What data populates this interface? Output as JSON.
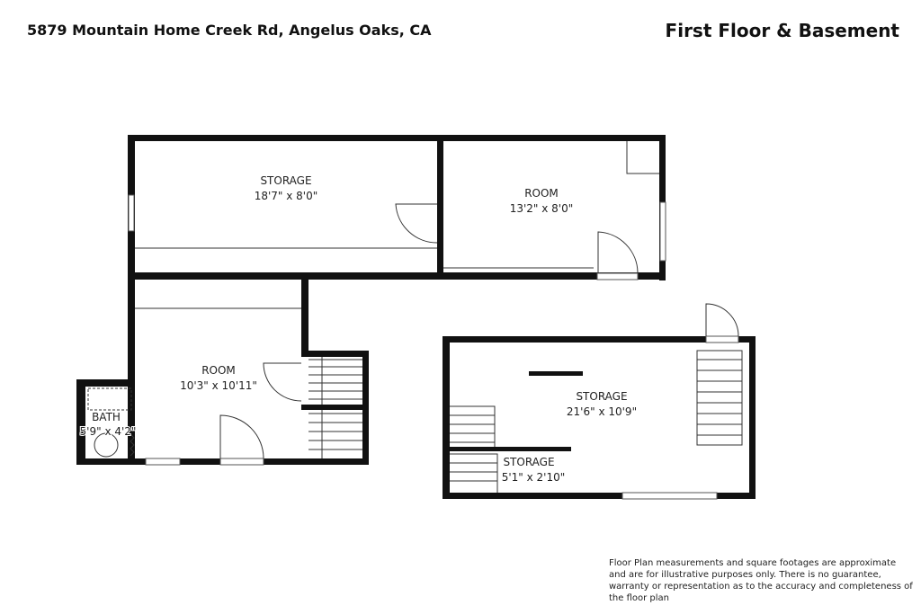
{
  "header": {
    "address": "5879 Mountain Home Creek Rd, Angelus Oaks, CA",
    "floor_title": "First Floor & Basement"
  },
  "rooms": [
    {
      "name": "STORAGE",
      "dims": "18'7\" x 8'0\""
    },
    {
      "name": "ROOM",
      "dims": "13'2\" x 8'0\""
    },
    {
      "name": "ROOM",
      "dims": "10'3\" x 10'11\""
    },
    {
      "name": "BATH",
      "dims": "5'9\" x 4'2\""
    },
    {
      "name": "STORAGE",
      "dims": "21'6\" x 10'9\""
    },
    {
      "name": "STORAGE",
      "dims": "5'1\" x 2'10\""
    }
  ],
  "disclaimer": "Floor Plan measurements and square footages are approximate and are for illustrative purposes only. There is no guarantee, warranty or representation as to the accuracy and completeness of the floor plan"
}
